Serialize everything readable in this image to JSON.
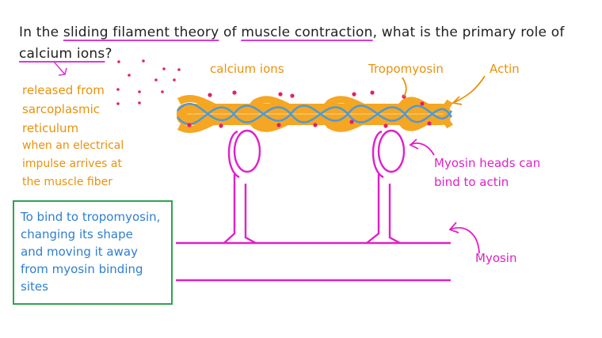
{
  "question": {
    "part1": "In the ",
    "u1": "sliding filament theory",
    "part2": " of ",
    "u2": "muscle contraction",
    "part3": ", what is the primary role of",
    "u3": "calcium ions",
    "part4": "?"
  },
  "annotations": {
    "release_1": "released from",
    "release_2": "sarcoplasmic",
    "release_3": "reticulum",
    "impulse_1": "when an electrical",
    "impulse_2": "impulse arrives at",
    "impulse_3": "the muscle fiber",
    "calcium_ions": "calcium ions",
    "tropomyosin": "Tropomyosin",
    "actin": "Actin",
    "myosin_heads_1": "Myosin heads can",
    "myosin_heads_2": "bind to actin",
    "myosin": "Myosin"
  },
  "answer": {
    "line1": "To bind to tropomyosin,",
    "line2": "changing its shape",
    "line3": "and moving it away",
    "line4": "from myosin binding",
    "line5": "sites"
  },
  "colors": {
    "actin": "#f5a623",
    "tropomyosin": "#4a9ad8",
    "myosin": "#e020c8",
    "calcium": "#e0206a",
    "answer_border": "#2ea44f"
  }
}
